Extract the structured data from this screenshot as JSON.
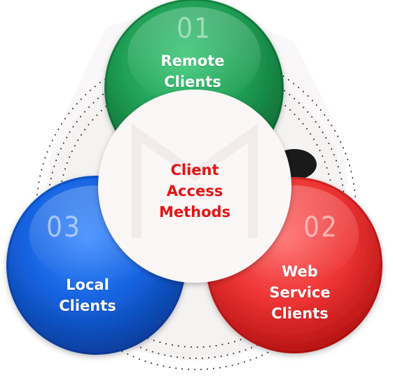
{
  "center": {
    "lines": [
      "Client",
      "Access",
      "Methods"
    ]
  },
  "nodes": [
    {
      "number": "01",
      "lines": [
        "Remote",
        "Clients"
      ],
      "color": "#22a35a"
    },
    {
      "number": "02",
      "lines": [
        "Web",
        "Service",
        "Clients"
      ],
      "color": "#ee3a3a"
    },
    {
      "number": "03",
      "lines": [
        "Local",
        "Clients"
      ],
      "color": "#1565e0"
    }
  ],
  "colors": {
    "center_text": "#e41414",
    "dots": "#222222",
    "watermark": "#f3eeee"
  }
}
